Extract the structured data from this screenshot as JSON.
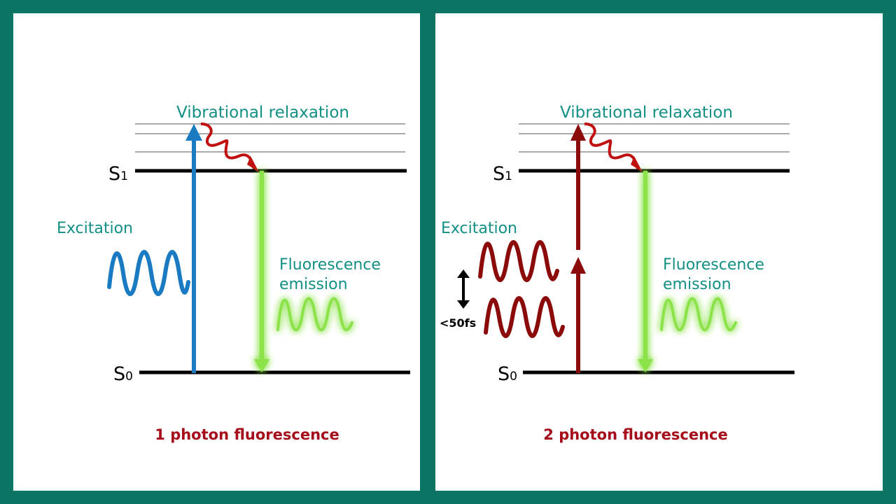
{
  "left": {
    "vibrational_label": "Vibrational relaxation",
    "s1_label": "S",
    "s1_sub": "1",
    "s0_label": "S",
    "s0_sub": "0",
    "excitation_label": "Excitation",
    "fluor_label_1": "Fluorescence",
    "fluor_label_2": "emission",
    "caption": "1 photon fluorescence"
  },
  "right": {
    "vibrational_label": "Vibrational relaxation",
    "s1_label": "S",
    "s1_sub": "1",
    "s0_label": "S",
    "s0_sub": "0",
    "excitation_label": "Excitation",
    "timing_label": "<50fs",
    "fluor_label_1": "Fluorescence",
    "fluor_label_2": "emission",
    "caption": "2 photon fluorescence"
  },
  "colors": {
    "background": "#0b7464",
    "teal_text": "#138f84",
    "blue_arrow": "#1a7ac2",
    "darkred": "#8b0a0a",
    "red_wavy": "#c01010",
    "green_glow": "#8be24a",
    "caption": "#a50d1a"
  }
}
